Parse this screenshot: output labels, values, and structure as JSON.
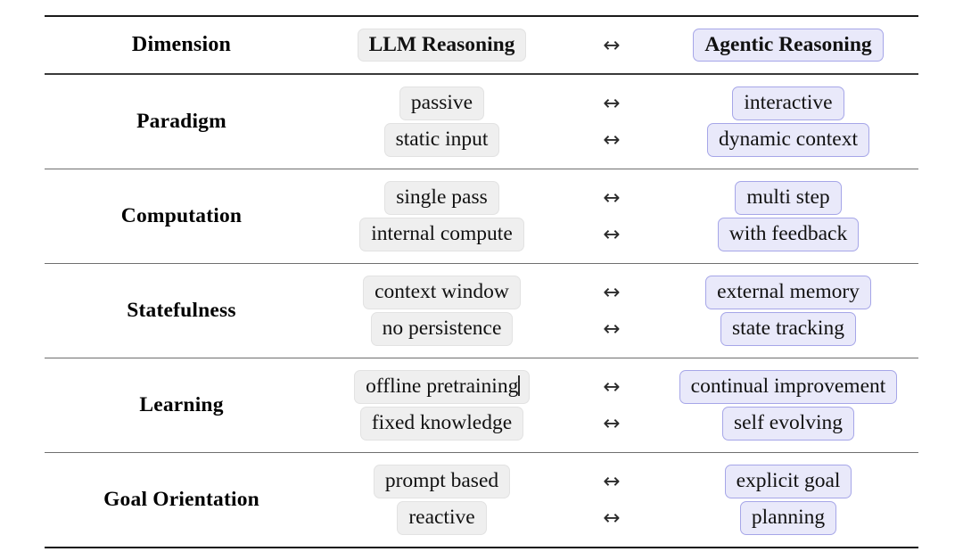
{
  "table": {
    "title": "LLM Reasoning vs Agentic Reasoning comparison table",
    "colors": {
      "left_badge_bg": "#efefef",
      "left_badge_border": "#e2e2e2",
      "right_badge_bg": "#e9e9fa",
      "right_badge_border": "#a6a6e8",
      "rule_dark": "#1a1a1a",
      "rule_light": "#6f6f6f",
      "text": "#111111"
    },
    "arrow_glyph": "↔",
    "arrow_icon_name": "left-right-arrow-icon",
    "header": {
      "dimension": "Dimension",
      "left": "LLM Reasoning",
      "arrow": "↔",
      "right": "Agentic Reasoning"
    },
    "rows": [
      {
        "dimension": "Paradigm",
        "pairs": [
          {
            "left": "passive",
            "arrow": "↔",
            "right": "interactive",
            "caret": false
          },
          {
            "left": "static input",
            "arrow": "↔",
            "right": "dynamic context",
            "caret": false
          }
        ]
      },
      {
        "dimension": "Computation",
        "pairs": [
          {
            "left": "single pass",
            "arrow": "↔",
            "right": "multi step",
            "caret": false
          },
          {
            "left": "internal compute",
            "arrow": "↔",
            "right": "with feedback",
            "caret": false
          }
        ]
      },
      {
        "dimension": "Statefulness",
        "pairs": [
          {
            "left": "context window",
            "arrow": "↔",
            "right": "external memory",
            "caret": false
          },
          {
            "left": "no persistence",
            "arrow": "↔",
            "right": "state tracking",
            "caret": false
          }
        ]
      },
      {
        "dimension": "Learning",
        "pairs": [
          {
            "left": "offline pretraining",
            "arrow": "↔",
            "right": "continual improvement",
            "caret": true
          },
          {
            "left": "fixed knowledge",
            "arrow": "↔",
            "right": "self evolving",
            "caret": false
          }
        ]
      },
      {
        "dimension": "Goal Orientation",
        "pairs": [
          {
            "left": "prompt based",
            "arrow": "↔",
            "right": "explicit goal",
            "caret": false
          },
          {
            "left": "reactive",
            "arrow": "↔",
            "right": "planning",
            "caret": false
          }
        ]
      }
    ]
  }
}
